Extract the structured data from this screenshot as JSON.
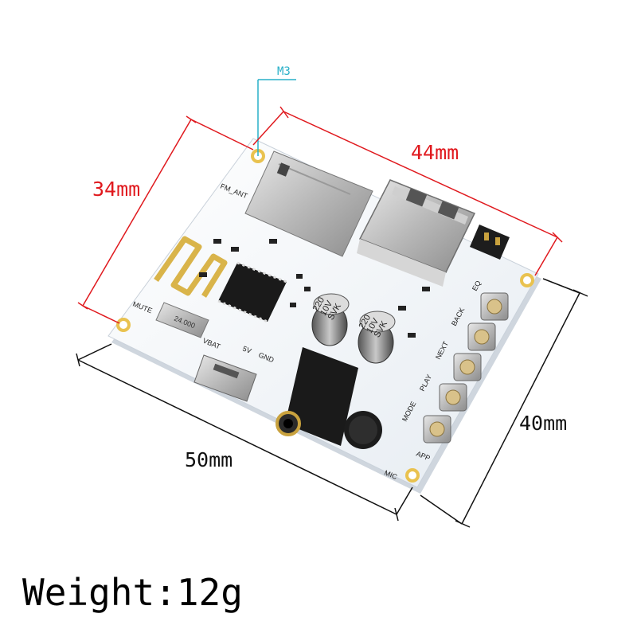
{
  "screw_label": "M3",
  "dimensions": {
    "width_top": "44mm",
    "depth_left": "34mm",
    "depth_right": "40mm",
    "width_bottom": "50mm"
  },
  "weight_label": "Weight:12g",
  "board_text": {
    "fm_ant": "FM_ANT",
    "mute": "MUTE",
    "vbat": "VBAT",
    "v5": "5V",
    "gnd": "GND",
    "crystal": "24.000",
    "cap1": [
      "220",
      "10V",
      "SVK"
    ],
    "cap2": [
      "220",
      "10V",
      "SVK"
    ],
    "mic": "MIC",
    "buttons": [
      "EQ",
      "BACK",
      "NEXT",
      "PLAY",
      "MODE",
      "APP"
    ]
  },
  "colors": {
    "dimension_line": "#e0191e",
    "screw_line": "#28b0c8",
    "board": "#f4f7fb",
    "dark_component": "#1a1a1a"
  }
}
